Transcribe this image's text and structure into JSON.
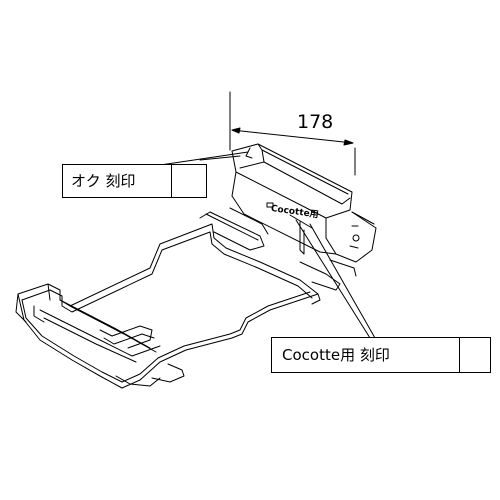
{
  "dimension": {
    "value": "178"
  },
  "callouts": {
    "back_stamp": {
      "text": "オク  刻印"
    },
    "cocotte_stamp": {
      "text": "Cocotte用    刻印"
    }
  },
  "part_stamp": {
    "text": "Cocotte用"
  },
  "colors": {
    "line": "#000000",
    "background": "#ffffff"
  }
}
